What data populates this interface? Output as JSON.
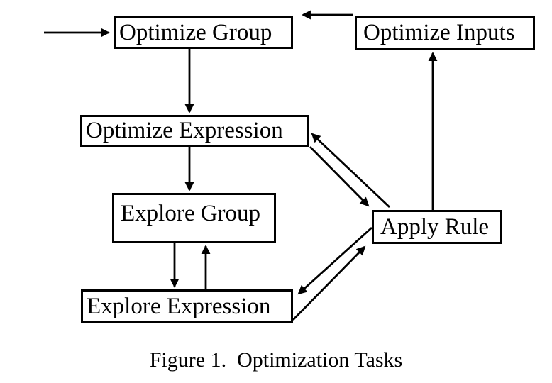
{
  "figure": {
    "caption": "Figure 1.  Optimization Tasks"
  },
  "nodes": [
    {
      "id": "optimize-group",
      "label": "Optimize Group"
    },
    {
      "id": "optimize-inputs",
      "label": "Optimize Inputs"
    },
    {
      "id": "optimize-expression",
      "label": "Optimize Expression"
    },
    {
      "id": "explore-group",
      "label": "Explore Group"
    },
    {
      "id": "apply-rule",
      "label": "Apply Rule"
    },
    {
      "id": "explore-expression",
      "label": "Explore Expression"
    }
  ],
  "edges": [
    {
      "from": "start",
      "to": "optimize-group"
    },
    {
      "from": "optimize-inputs",
      "to": "optimize-group"
    },
    {
      "from": "optimize-group",
      "to": "optimize-expression"
    },
    {
      "from": "optimize-expression",
      "to": "explore-group"
    },
    {
      "from": "explore-group",
      "to": "explore-expression"
    },
    {
      "from": "explore-expression",
      "to": "explore-group"
    },
    {
      "from": "apply-rule",
      "to": "optimize-expression"
    },
    {
      "from": "optimize-expression",
      "to": "apply-rule"
    },
    {
      "from": "apply-rule",
      "to": "explore-expression"
    },
    {
      "from": "explore-expression",
      "to": "apply-rule"
    },
    {
      "from": "apply-rule",
      "to": "optimize-inputs"
    }
  ],
  "colors": {
    "ink": "#000000",
    "background": "#ffffff"
  }
}
